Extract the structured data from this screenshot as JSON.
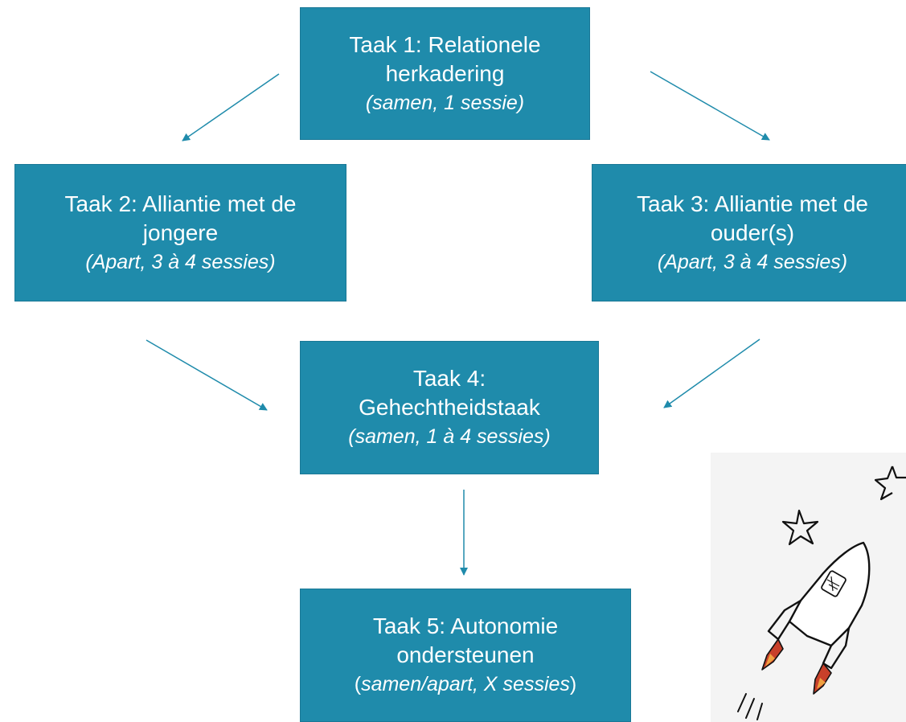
{
  "colors": {
    "box_fill": "#1f8bab",
    "arrow": "#1f8bab",
    "text": "#ffffff"
  },
  "nodes": [
    {
      "title_1": "Taak 1: Relationele",
      "title_2": "herkadering",
      "sub": "(samen, 1 sessie)"
    },
    {
      "title_1": "Taak 2: Alliantie met de",
      "title_2": "jongere",
      "sub": "(Apart, 3 à 4 sessies)"
    },
    {
      "title_1": "Taak 3: Alliantie met de",
      "title_2": "ouder(s)",
      "sub": "(Apart, 3 à 4 sessies)"
    },
    {
      "title_1": "Taak 4:",
      "title_2": "Gehechtheidstaak",
      "sub": "(samen, 1 à 4 sessies)"
    },
    {
      "title_1": "Taak 5: Autonomie",
      "title_2": "ondersteunen",
      "sub_open": "(",
      "sub_italic": "samen/apart, X sessies",
      "sub_close": ")"
    }
  ],
  "edges": [
    {
      "from": "Taak 1",
      "to": "Taak 2"
    },
    {
      "from": "Taak 1",
      "to": "Taak 3"
    },
    {
      "from": "Taak 2",
      "to": "Taak 4"
    },
    {
      "from": "Taak 3",
      "to": "Taak 4"
    },
    {
      "from": "Taak 4",
      "to": "Taak 5"
    }
  ],
  "illustration": {
    "icon": "rocket-sketch-icon"
  }
}
